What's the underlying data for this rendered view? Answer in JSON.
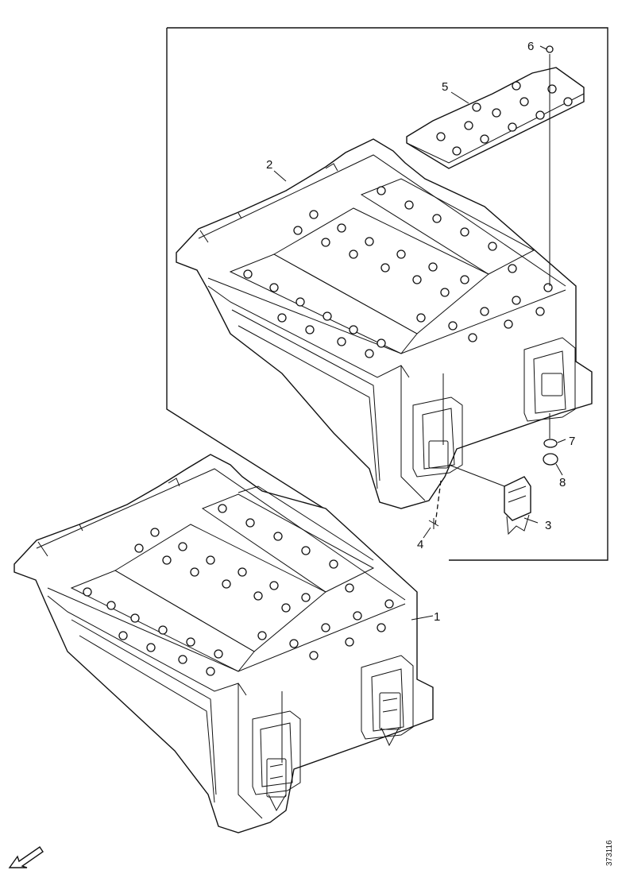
{
  "callouts": {
    "c1": "1",
    "c2": "2",
    "c3": "3",
    "c4": "4",
    "c5": "5",
    "c6": "6",
    "c7": "7",
    "c8": "8"
  },
  "reference_code": "373116",
  "icons": {
    "direction": "arrow-down-left-icon"
  }
}
